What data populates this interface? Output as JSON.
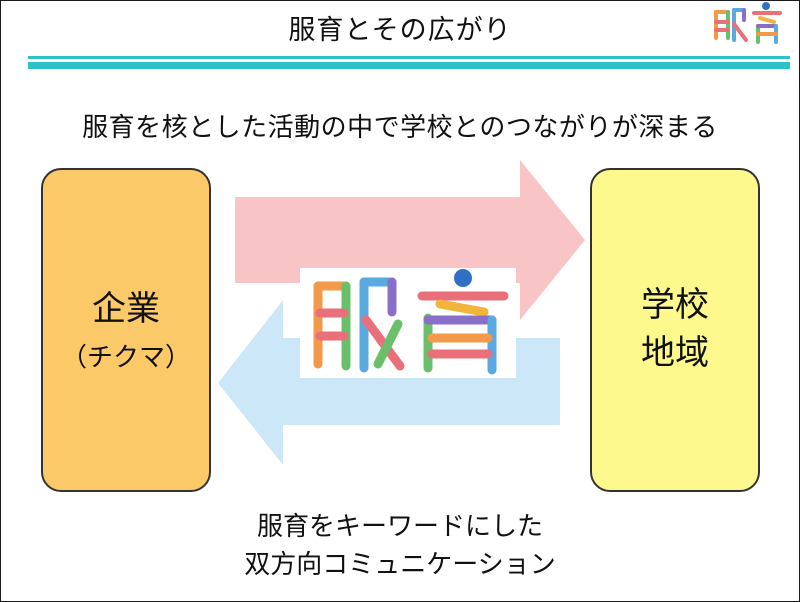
{
  "title": "服育とその広がり",
  "subtitle": "服育を核とした活動の中で学校とのつながりが深まる",
  "logo_text": "服育",
  "left_box": {
    "title": "企業",
    "subtitle": "（チクマ）"
  },
  "right_box": {
    "line1": "学校",
    "line2": "地域"
  },
  "caption": {
    "line1": "服育をキーワードにした",
    "line2": "双方向コミュニケーション"
  },
  "colors": {
    "rule": "#2ec1c7",
    "left_box_fill": "#fcc968",
    "right_box_fill": "#fdf98c",
    "arrow_right": "#f9c4c6",
    "arrow_left": "#cbe7f8"
  }
}
